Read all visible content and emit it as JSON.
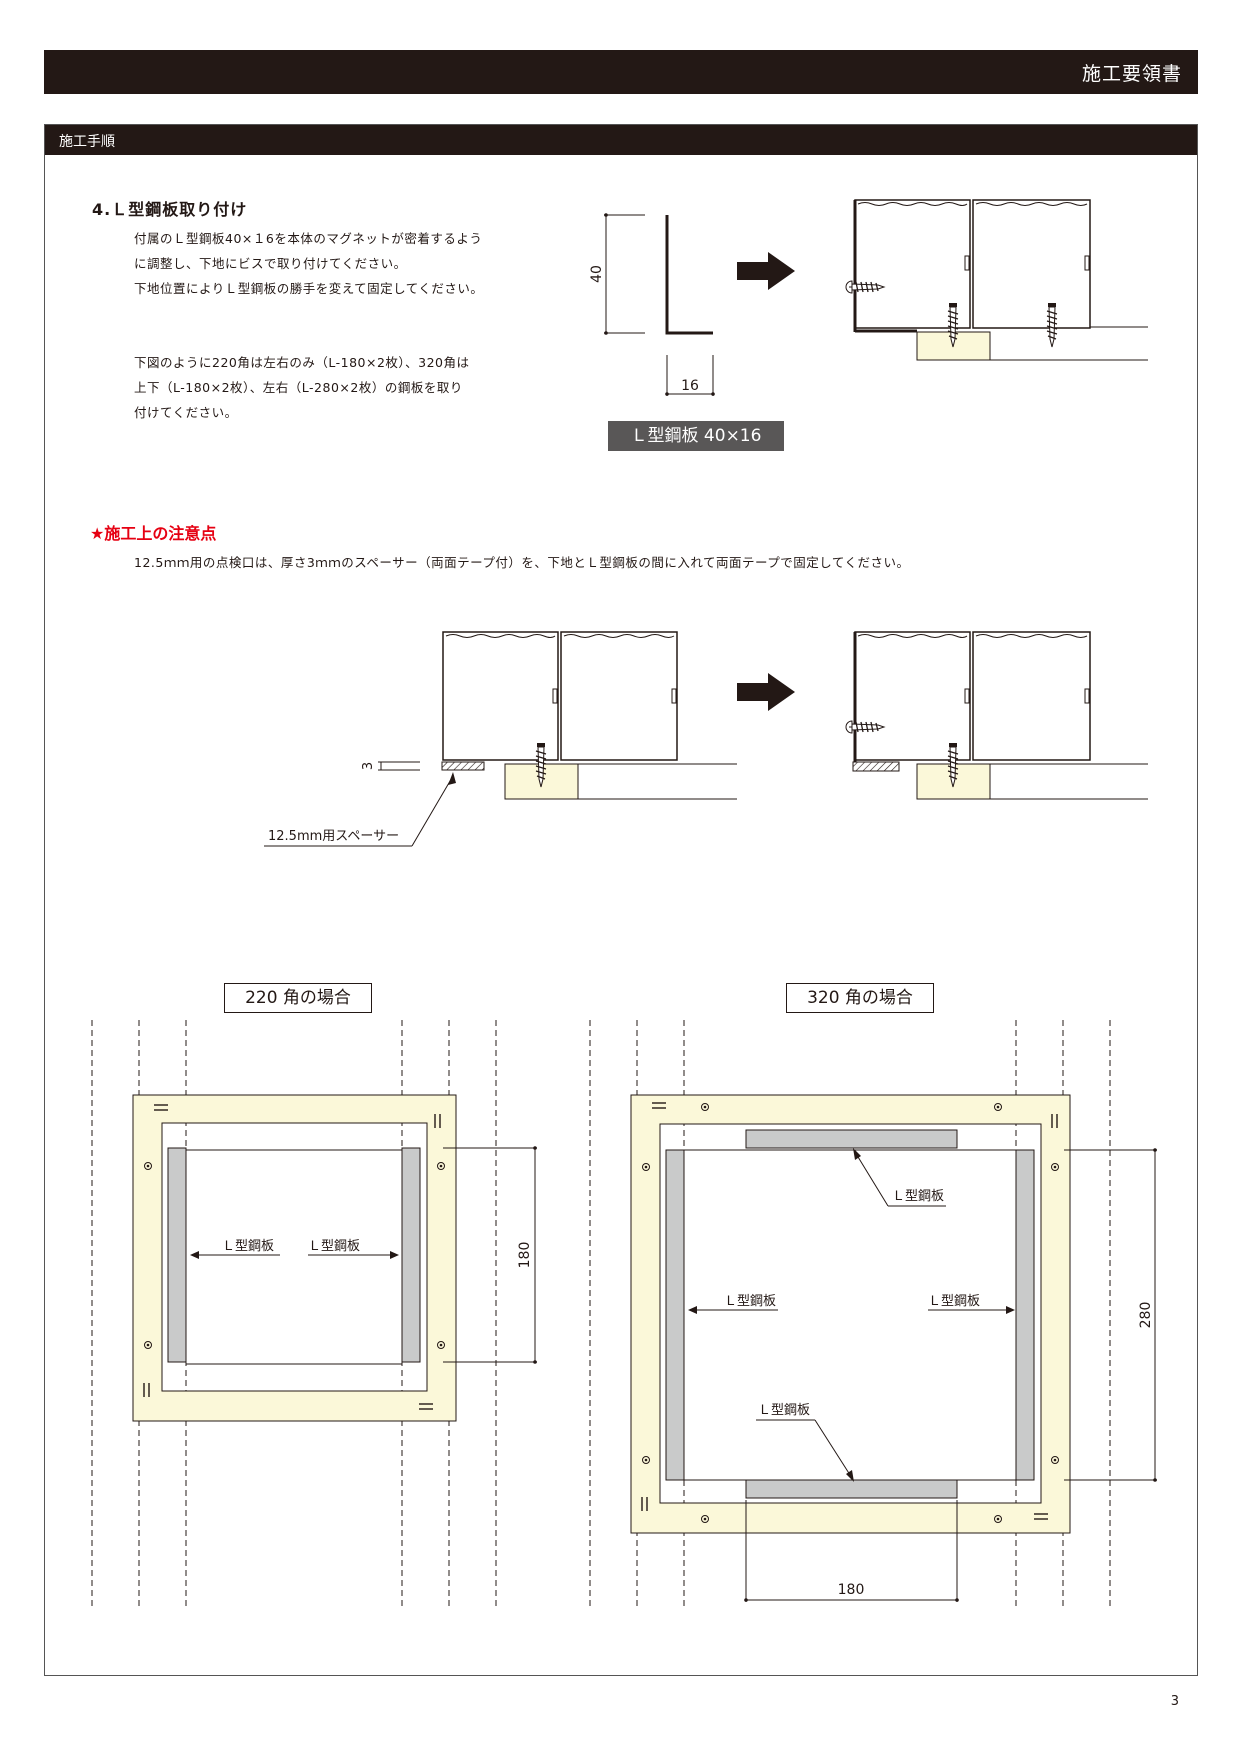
{
  "header": {
    "title": "施工要領書"
  },
  "section": {
    "title": "施工手順"
  },
  "step4": {
    "heading": "4.Ｌ型鋼板取り付け",
    "para1": [
      "付属のＬ型鋼板40×１6を本体のマグネットが密着するよう",
      "に調整し、下地にビスで取り付けてください。",
      "下地位置によりＬ型鋼板の勝手を変えて固定してください。"
    ],
    "para2": [
      "下図のように220角は左右のみ（L-180×2枚）、320角は",
      "上下（L-180×2枚）、左右（L-280×2枚）の鋼板を取り",
      "付けてください。"
    ]
  },
  "plate_diagram": {
    "dim_height": "40",
    "dim_width": "16",
    "label": "Ｌ型鋼板 40×16"
  },
  "caution": {
    "title": "★施工上の注意点",
    "text": "12.5ｍｍ用の点検口は、厚さ3ｍｍのスペーサー（両面テープ付）を、下地とＬ型鋼板の間に入れて両面テープで固定してください。"
  },
  "spacer_diagram": {
    "dim": "3",
    "spacer_label": "12.5mm用スペーサー"
  },
  "case220": {
    "title": "220 角の場合",
    "plate_left": "Ｌ型鋼板",
    "plate_right": "Ｌ型鋼板",
    "dim": "180"
  },
  "case320": {
    "title": "320 角の場合",
    "plate_top": "Ｌ型鋼板",
    "plate_left": "Ｌ型鋼板",
    "plate_right": "Ｌ型鋼板",
    "plate_bottom": "Ｌ型鋼板",
    "dim_vertical": "280",
    "dim_horizontal": "180"
  },
  "colors": {
    "header_bg": "#231815",
    "accent_red": "#e60012",
    "wood": "#fbf8d9",
    "plate_gray": "#c9caca",
    "label_bg": "#595757"
  },
  "page": {
    "number": "3"
  }
}
